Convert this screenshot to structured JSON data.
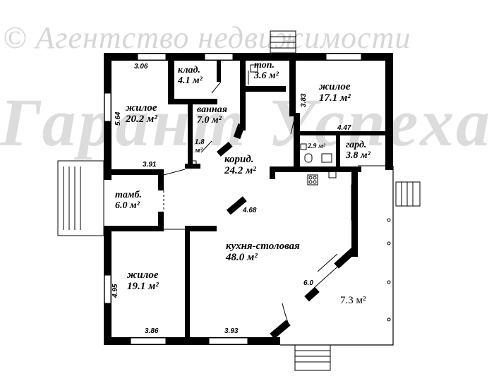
{
  "watermark": {
    "top": "© Агентство недвижимости",
    "big": "Гарант Успеха"
  },
  "rooms": {
    "living_nw": {
      "name": "жилое",
      "area": "20.2 м²"
    },
    "storage": {
      "name": "клад.",
      "area": "4.1 м²"
    },
    "bathroom": {
      "name": "ванная",
      "area": "7.0 м²"
    },
    "boiler": {
      "name": "топ.",
      "area": "3.6 м²"
    },
    "living_ne": {
      "name": "жилое",
      "area": "17.1 м²"
    },
    "small_wc": {
      "name": "1.8",
      "area": "м²"
    },
    "corridor": {
      "name": "корид.",
      "area": "24.2 м²"
    },
    "small_29": {
      "name": "",
      "area": "2.9 м²"
    },
    "wardrobe": {
      "name": "гард.",
      "area": "3.8 м²"
    },
    "vestibule": {
      "name": "тамб.",
      "area": "6.0 м²"
    },
    "kitchen": {
      "name": "кухня-столовая",
      "area": "48.0 м²"
    },
    "living_sw": {
      "name": "жилое",
      "area": "19.1 м²"
    },
    "terrace": {
      "name": "",
      "area": "7.3 м²"
    }
  },
  "dimensions": {
    "d306": "3.06",
    "d564": "5.64",
    "d383": "3.83",
    "d447": "4.47",
    "d391": "3.91",
    "d468": "4.68",
    "d495": "4.95",
    "d386": "3.86",
    "d393": "3.93",
    "d60": "6.0"
  }
}
